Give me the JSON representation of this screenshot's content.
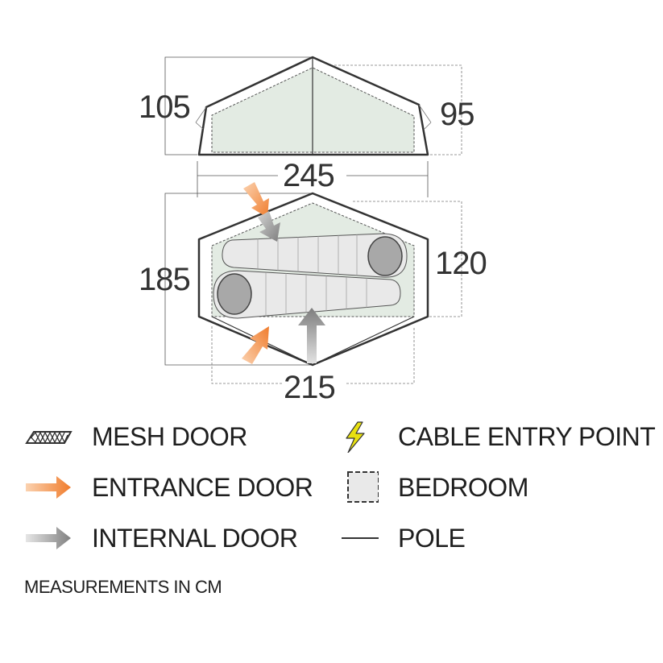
{
  "dimensions": {
    "side_left_height": "105",
    "side_right_height": "95",
    "length_top": "245",
    "floor_left_depth": "185",
    "floor_right_depth": "120",
    "length_bottom": "215"
  },
  "legend": {
    "mesh_door": "MESH DOOR",
    "entrance_door": "ENTRANCE DOOR",
    "internal_door": "INTERNAL DOOR",
    "cable_entry_point": "CABLE ENTRY POINT",
    "bedroom": "BEDROOM",
    "pole": "POLE"
  },
  "note": "MEASUREMENTS IN CM",
  "colors": {
    "outline": "#333333",
    "bedroom_fill": "#e3ebe3",
    "entrance_arrow": "#f07c2c",
    "internal_arrow": "#8c8c8c",
    "cable_entry": "#e8e010",
    "sleeping_bag": "#e9e9e9"
  }
}
